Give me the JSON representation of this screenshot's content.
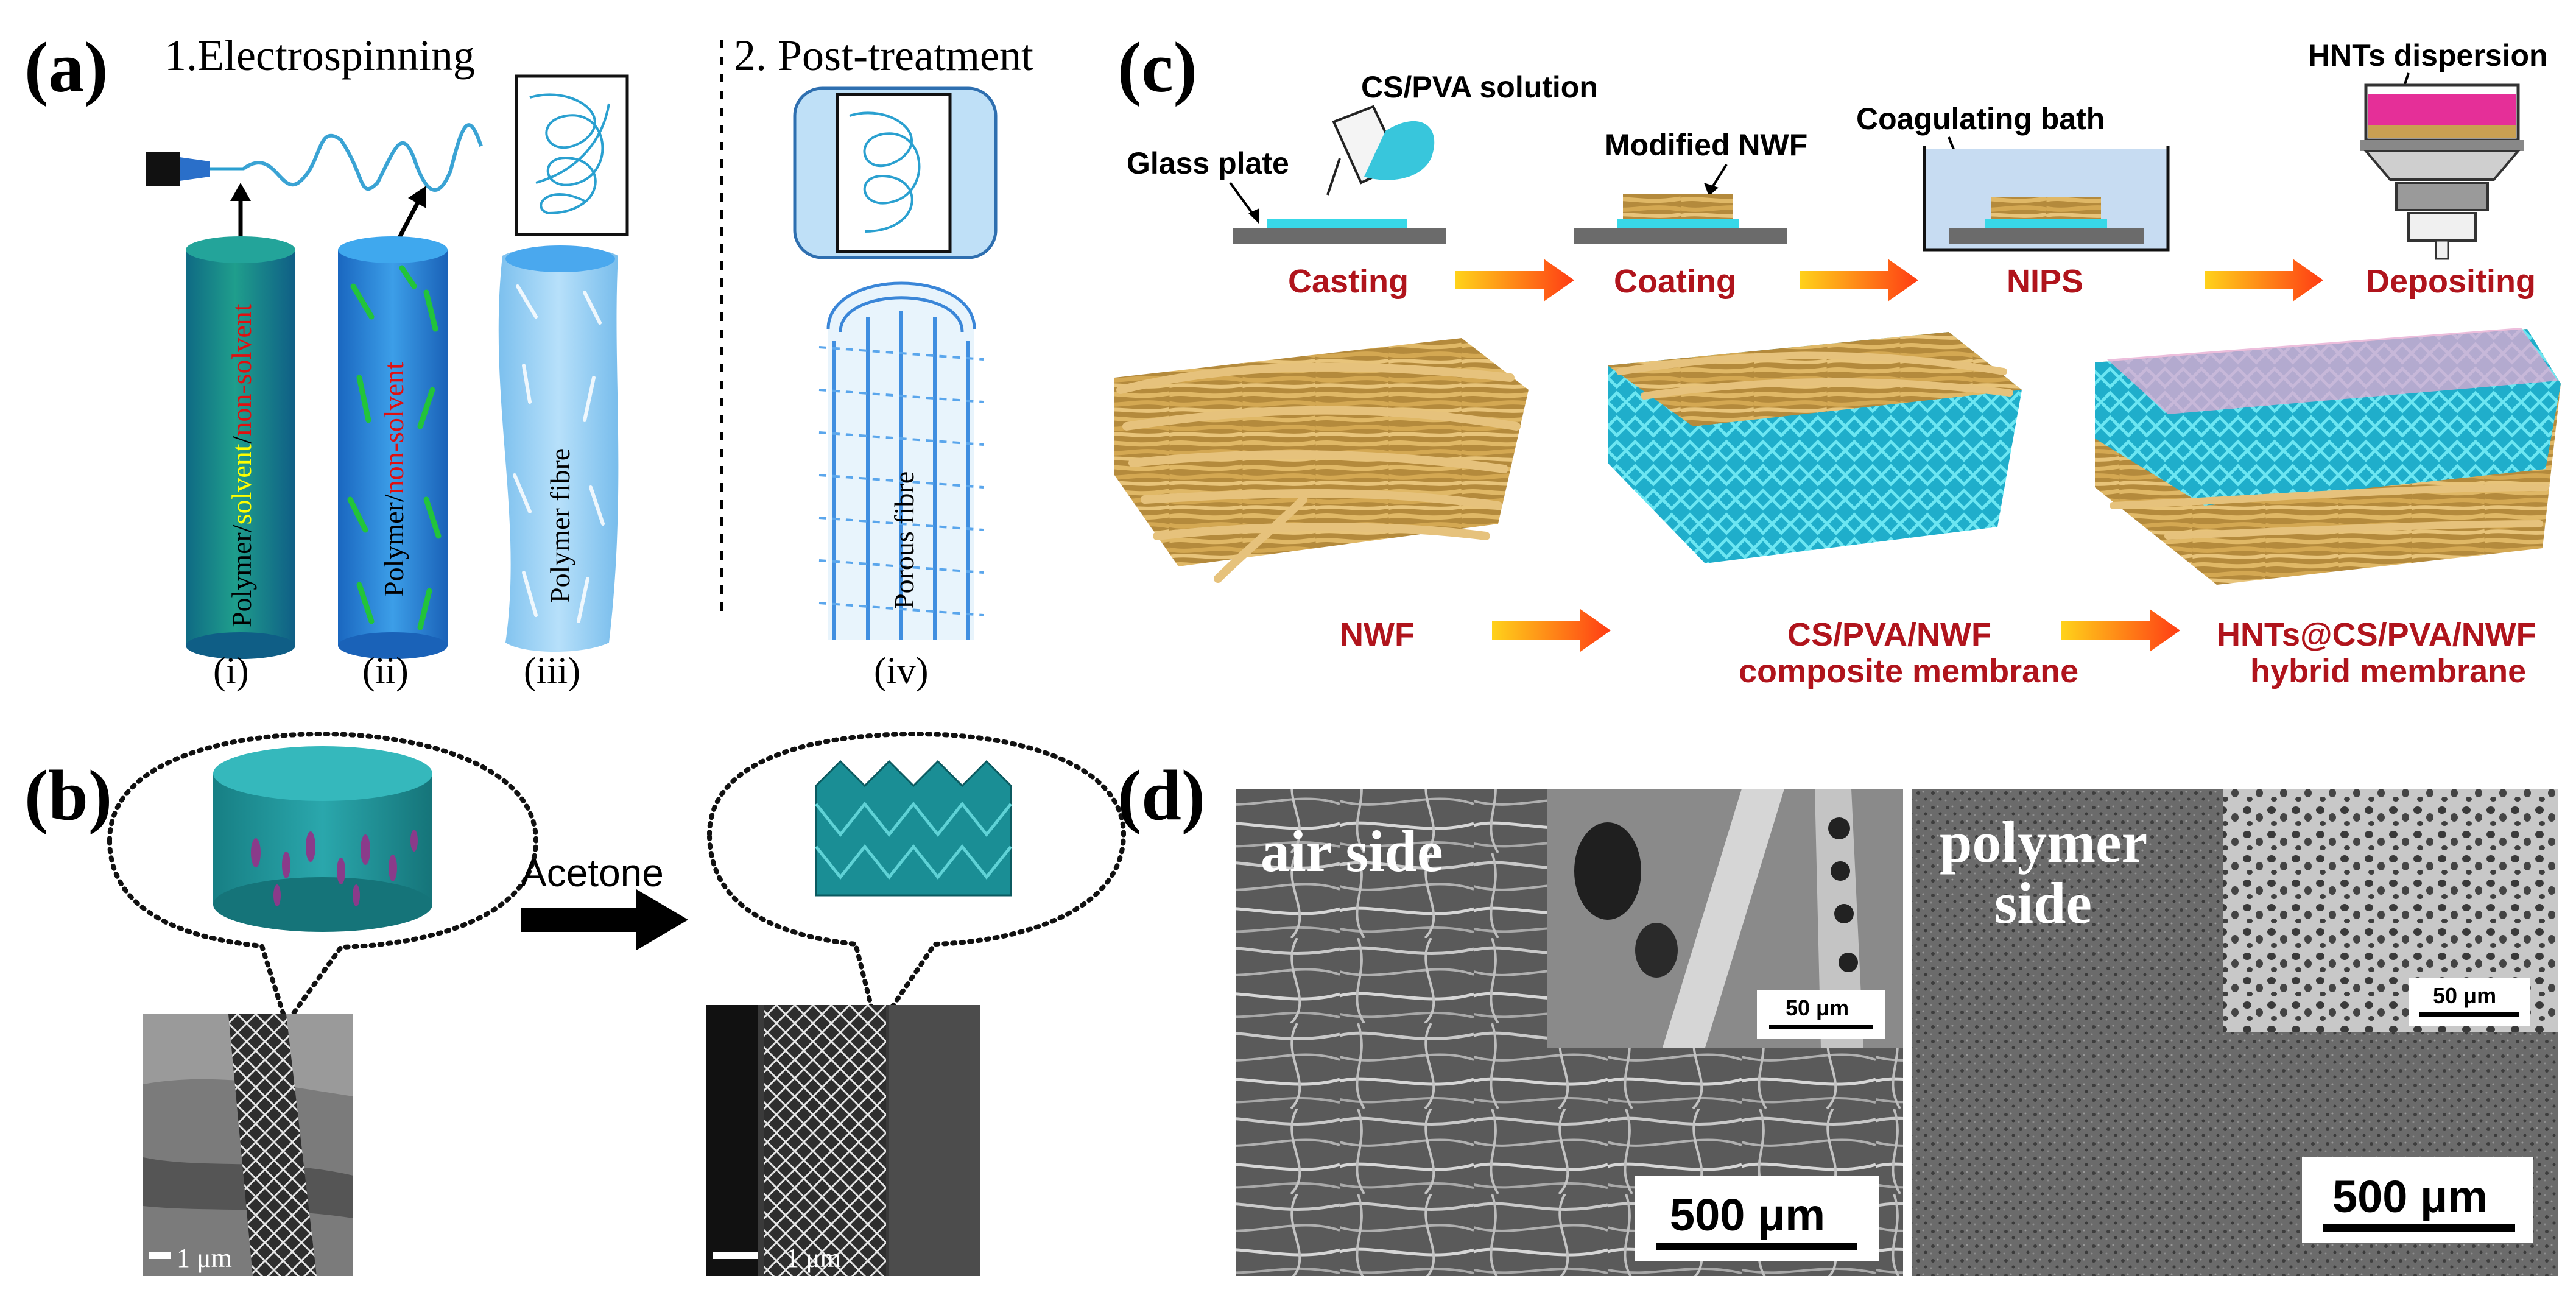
{
  "panels": {
    "a": {
      "letter": "(a)",
      "step1": "1.Electrospinning",
      "step2": "2. Post-treatment",
      "fibre1": {
        "p1": "Polymer/",
        "p2": "solvent",
        "p3": "/",
        "p4": "non-solvent"
      },
      "fibre2": {
        "p1": "Polymer/",
        "p2": "non-solvent"
      },
      "fibre3": "Polymer fibre",
      "fibre4": "Porous fibre",
      "roman": [
        "(i)",
        "(ii)",
        "(iii)",
        "(iv)"
      ]
    },
    "b": {
      "letter": "(b)",
      "arrow_label": "Acetone",
      "scale_left": "1 μm",
      "scale_right": "1 μm"
    },
    "c": {
      "letter": "(c)",
      "labels": {
        "cs_pva_solution": "CS/PVA solution",
        "glass_plate": "Glass plate",
        "modified_nwf": "Modified NWF",
        "coagulating_bath": "Coagulating bath",
        "hnts_dispersion": "HNTs dispersion"
      },
      "steps": [
        "Casting",
        "Coating",
        "NIPS",
        "Depositing"
      ],
      "products": {
        "nwf": "NWF",
        "composite_l1": "CS/PVA/NWF",
        "composite_l2": "composite membrane",
        "hybrid_l1": "HNTs@CS/PVA/NWF",
        "hybrid_l2": "hybrid membrane"
      }
    },
    "d": {
      "letter": "(d)",
      "left_label": "air  side",
      "right_label_l1": "polymer",
      "right_label_l2": "side",
      "inset_scale": "50 μm",
      "main_scale": "500 μm"
    }
  },
  "colors": {
    "teal": "#1b8f96",
    "fibre_blue": "#2a86d6",
    "light_blue": "#8cc8ee",
    "process_red": "#b0141c",
    "arrow_orange": "#ff5a14",
    "nwf_tan": "#c9a052",
    "membrane_cyan": "#37c8de",
    "hnt_pink": "#e06cb8"
  }
}
